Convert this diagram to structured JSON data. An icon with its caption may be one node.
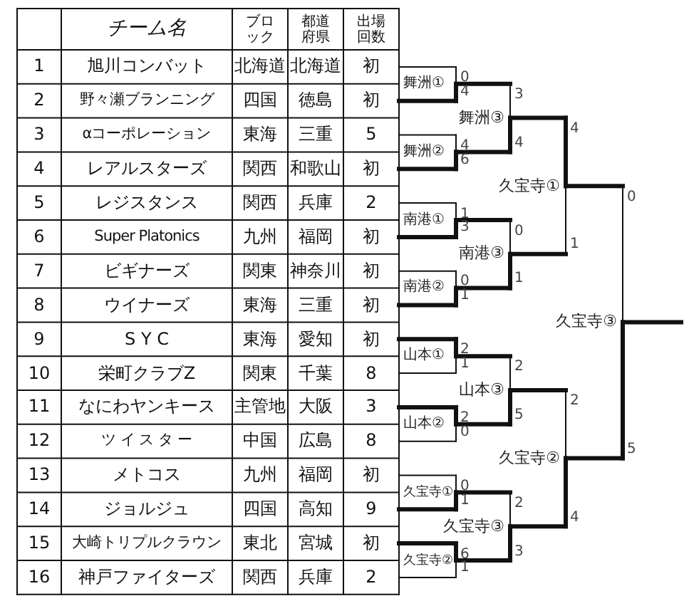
{
  "diagram": {
    "labels": [
      "チーム名",
      "ブロック",
      "都道府県",
      "出場回数",
      "1",
      "旭川コンバット",
      "北海道",
      "北海道",
      "初",
      "2",
      "野々瀬ブランニング",
      "四国",
      "徳島",
      "初",
      "3",
      "αコーポレーション",
      "東海",
      "三重",
      "5",
      "4",
      "レアルスターズ",
      "関西",
      "和歌山",
      "初",
      "5",
      "レジスタンス",
      "関西",
      "兵庫",
      "2",
      "6",
      "Super Platonics",
      "九州",
      "福岡",
      "初",
      "7",
      "ビギナーズ",
      "関東",
      "神奈川",
      "初",
      "8",
      "ウイナーズ",
      "東海",
      "三重",
      "初",
      "9",
      "S Y C",
      "東海",
      "愛知",
      "初",
      "10",
      "栄町クラブZ",
      "関東",
      "千葉",
      "8",
      "11",
      "なにわヤンキース",
      "主管地",
      "大阪",
      "3",
      "12",
      "ツ イ ス タ ー",
      "中国",
      "広島",
      "8",
      "13",
      "メトコス",
      "九州",
      "福岡",
      "初",
      "14",
      "ジョルジュ",
      "四国",
      "高知",
      "9",
      "15",
      "大崎トリプルクラウン",
      "東北",
      "宮城",
      "初",
      "16",
      "神戸ファイターズ",
      "関西",
      "兵庫",
      "2",
      "舞洲①",
      "0",
      "4",
      "舞洲②",
      "4",
      "6",
      "南港①",
      "1",
      "3",
      "南港②",
      "0",
      "1",
      "山本①",
      "2",
      "1",
      "山本②",
      "2",
      "0",
      "久宝寺①",
      "0",
      "1",
      "久宝寺②",
      "6",
      "1",
      "舞洲③",
      "3",
      "4",
      "南港③",
      "0",
      "1",
      "山本③",
      "2",
      "5",
      "久宝寺③",
      "2",
      "3",
      "久宝寺①",
      "4",
      "1",
      "久宝寺②",
      "2",
      "4",
      "久宝寺③",
      "0",
      "5"
    ]
  }
}
